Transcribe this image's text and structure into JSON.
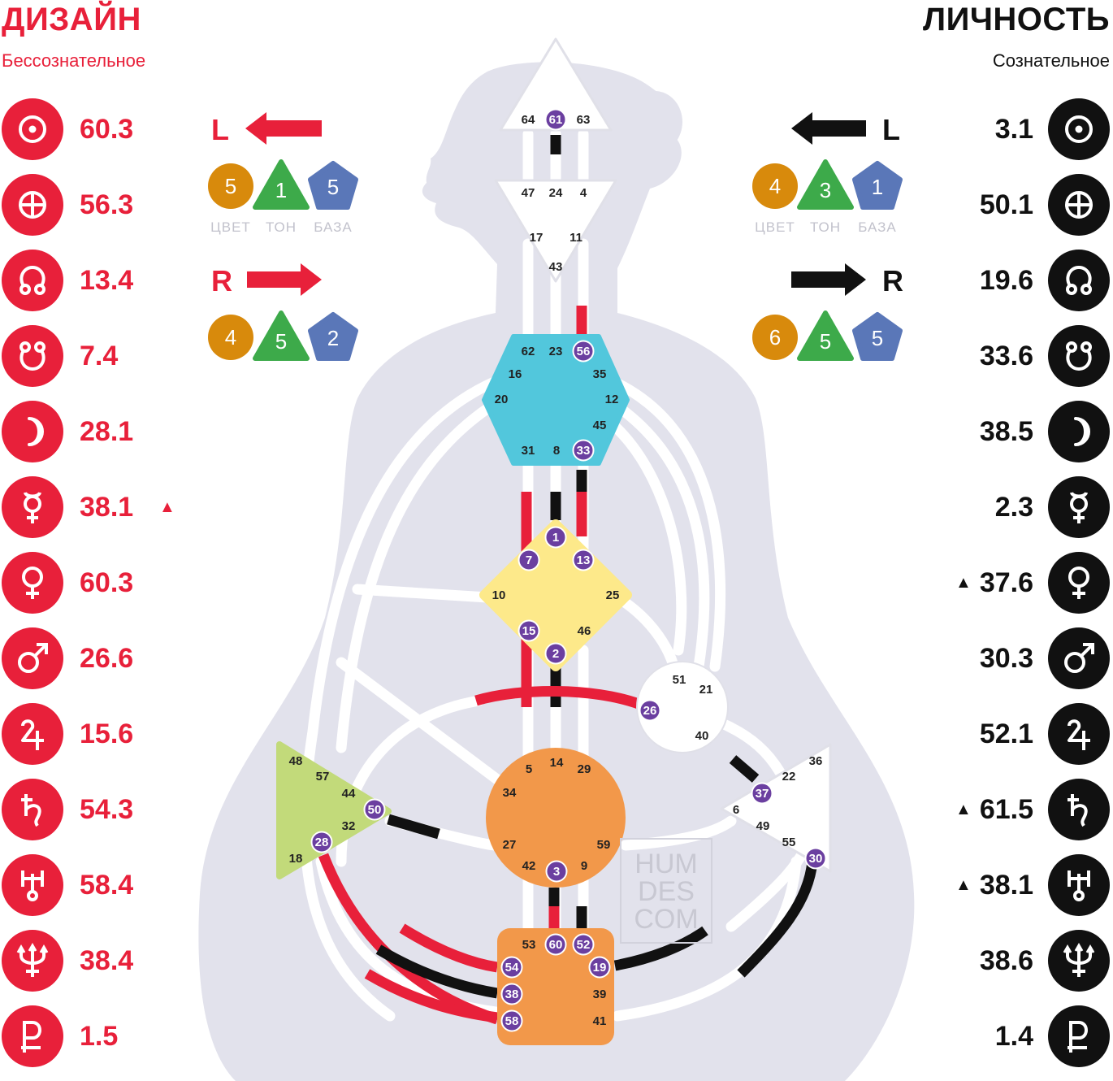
{
  "header": {
    "design_title": "ДИЗАЙН",
    "design_subtitle": "Бессознательное",
    "personality_title": "ЛИЧНОСТЬ",
    "personality_subtitle": "Сознательное"
  },
  "colors": {
    "design": "#e8203a",
    "personality": "#111111",
    "body": "#e2e2ec",
    "channel": "#ffffff",
    "activated_gate": "#6b3fa0",
    "head": "#ffffff",
    "ajna": "#ffffff",
    "throat": "#52c7dc",
    "g_center": "#fde98a",
    "heart": "#ffffff",
    "sacral": "#f2984a",
    "spleen": "#c2da7a",
    "solar_plexus": "#ffffff",
    "root": "#f2984a",
    "color_badge": "#d88a0c",
    "tone_badge": "#3daa4a",
    "base_badge": "#5a77b8"
  },
  "design_planets": [
    {
      "icon": "sun-icon",
      "value": "60.3",
      "mark": ""
    },
    {
      "icon": "earth-icon",
      "value": "56.3",
      "mark": ""
    },
    {
      "icon": "north-node-icon",
      "value": "13.4",
      "mark": ""
    },
    {
      "icon": "south-node-icon",
      "value": "7.4",
      "mark": ""
    },
    {
      "icon": "moon-icon",
      "value": "28.1",
      "mark": ""
    },
    {
      "icon": "mercury-icon",
      "value": "38.1",
      "mark": "▲"
    },
    {
      "icon": "venus-icon",
      "value": "60.3",
      "mark": ""
    },
    {
      "icon": "mars-icon",
      "value": "26.6",
      "mark": ""
    },
    {
      "icon": "jupiter-icon",
      "value": "15.6",
      "mark": ""
    },
    {
      "icon": "saturn-icon",
      "value": "54.3",
      "mark": ""
    },
    {
      "icon": "uranus-icon",
      "value": "58.4",
      "mark": ""
    },
    {
      "icon": "neptune-icon",
      "value": "38.4",
      "mark": ""
    },
    {
      "icon": "pluto-icon",
      "value": "1.5",
      "mark": ""
    }
  ],
  "personality_planets": [
    {
      "icon": "sun-icon",
      "value": "3.1",
      "mark": ""
    },
    {
      "icon": "earth-icon",
      "value": "50.1",
      "mark": ""
    },
    {
      "icon": "north-node-icon",
      "value": "19.6",
      "mark": ""
    },
    {
      "icon": "south-node-icon",
      "value": "33.6",
      "mark": ""
    },
    {
      "icon": "moon-icon",
      "value": "38.5",
      "mark": ""
    },
    {
      "icon": "mercury-icon",
      "value": "2.3",
      "mark": ""
    },
    {
      "icon": "venus-icon",
      "value": "37.6",
      "mark": "▲"
    },
    {
      "icon": "mars-icon",
      "value": "30.3",
      "mark": ""
    },
    {
      "icon": "jupiter-icon",
      "value": "52.1",
      "mark": ""
    },
    {
      "icon": "saturn-icon",
      "value": "61.5",
      "mark": "▲"
    },
    {
      "icon": "uranus-icon",
      "value": "38.1",
      "mark": "▲"
    },
    {
      "icon": "neptune-icon",
      "value": "38.6",
      "mark": ""
    },
    {
      "icon": "pluto-icon",
      "value": "1.4",
      "mark": ""
    }
  ],
  "variables": {
    "captions": {
      "color": "ЦВЕТ",
      "tone": "ТОН",
      "base": "БАЗА"
    },
    "design": {
      "top": {
        "dir": "L",
        "color": "5",
        "tone": "1",
        "base": "5"
      },
      "bottom": {
        "dir": "R",
        "color": "4",
        "tone": "5",
        "base": "2"
      }
    },
    "personality": {
      "top": {
        "dir": "L",
        "color": "4",
        "tone": "3",
        "base": "1"
      },
      "bottom": {
        "dir": "R",
        "color": "6",
        "tone": "5",
        "base": "5"
      }
    }
  },
  "watermark": [
    "HUM",
    "DES",
    "COM"
  ],
  "gates": [
    {
      "n": "64",
      "on": false
    },
    {
      "n": "61",
      "on": true
    },
    {
      "n": "63",
      "on": false
    },
    {
      "n": "47",
      "on": false
    },
    {
      "n": "24",
      "on": false
    },
    {
      "n": "4",
      "on": false
    },
    {
      "n": "17",
      "on": false
    },
    {
      "n": "11",
      "on": false
    },
    {
      "n": "43",
      "on": false
    },
    {
      "n": "62",
      "on": false
    },
    {
      "n": "23",
      "on": false
    },
    {
      "n": "56",
      "on": true
    },
    {
      "n": "16",
      "on": false
    },
    {
      "n": "35",
      "on": false
    },
    {
      "n": "20",
      "on": false
    },
    {
      "n": "12",
      "on": false
    },
    {
      "n": "45",
      "on": false
    },
    {
      "n": "31",
      "on": false
    },
    {
      "n": "8",
      "on": false
    },
    {
      "n": "33",
      "on": true
    },
    {
      "n": "1",
      "on": true
    },
    {
      "n": "7",
      "on": true
    },
    {
      "n": "13",
      "on": true
    },
    {
      "n": "10",
      "on": false
    },
    {
      "n": "25",
      "on": false
    },
    {
      "n": "15",
      "on": true
    },
    {
      "n": "46",
      "on": false
    },
    {
      "n": "2",
      "on": true
    },
    {
      "n": "51",
      "on": false
    },
    {
      "n": "21",
      "on": false
    },
    {
      "n": "26",
      "on": true
    },
    {
      "n": "40",
      "on": false
    },
    {
      "n": "48",
      "on": false
    },
    {
      "n": "57",
      "on": false
    },
    {
      "n": "44",
      "on": false
    },
    {
      "n": "50",
      "on": true
    },
    {
      "n": "32",
      "on": false
    },
    {
      "n": "28",
      "on": true
    },
    {
      "n": "18",
      "on": false
    },
    {
      "n": "5",
      "on": false
    },
    {
      "n": "14",
      "on": false
    },
    {
      "n": "29",
      "on": false
    },
    {
      "n": "34",
      "on": false
    },
    {
      "n": "27",
      "on": false
    },
    {
      "n": "59",
      "on": false
    },
    {
      "n": "42",
      "on": false
    },
    {
      "n": "3",
      "on": true
    },
    {
      "n": "9",
      "on": false
    },
    {
      "n": "36",
      "on": false
    },
    {
      "n": "22",
      "on": false
    },
    {
      "n": "37",
      "on": true
    },
    {
      "n": "6",
      "on": false
    },
    {
      "n": "49",
      "on": false
    },
    {
      "n": "55",
      "on": false
    },
    {
      "n": "30",
      "on": true
    },
    {
      "n": "53",
      "on": false
    },
    {
      "n": "60",
      "on": true
    },
    {
      "n": "52",
      "on": true
    },
    {
      "n": "54",
      "on": true
    },
    {
      "n": "19",
      "on": true
    },
    {
      "n": "38",
      "on": true
    },
    {
      "n": "39",
      "on": false
    },
    {
      "n": "58",
      "on": true
    },
    {
      "n": "41",
      "on": false
    }
  ]
}
